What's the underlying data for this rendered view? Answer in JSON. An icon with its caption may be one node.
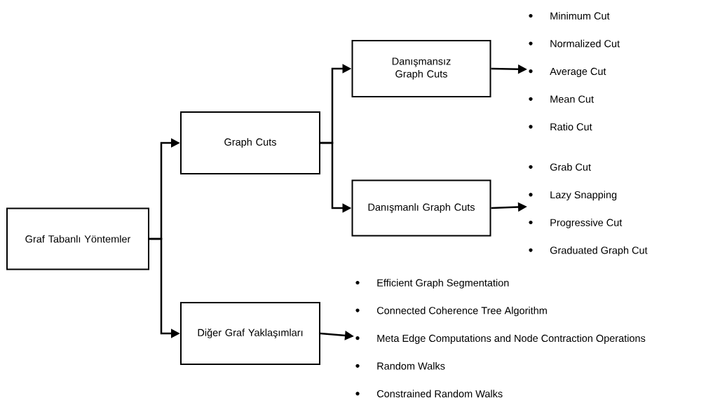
{
  "diagram": {
    "nodes": [
      {
        "text": [
          "Graf Tabanlı Yöntemler"
        ]
      },
      {
        "text": [
          "Graph Cuts"
        ]
      },
      {
        "text": [
          "Danışmansız Graph Cuts"
        ]
      },
      {
        "text": [
          "Danışmanlı Graph Cuts"
        ]
      },
      {
        "text": [
          "Diğer Graf Yaklaşımları"
        ]
      },
      {
        "text": [
          "Minimum Cut",
          "Normalized Cut",
          "Average Cut",
          "Mean Cut",
          "Ratio Cut"
        ]
      },
      {
        "text": [
          "Grab Cut",
          "Lazy Snapping",
          "Progressive Cut",
          "Graduated Graph Cut"
        ]
      },
      {
        "text": [
          "Efficient Graph Segmentation",
          "Connected Coherence Tree Algorithm",
          "Meta Edge Computations and Node Contraction Operations",
          "Random Walks",
          "Constrained Random Walks"
        ]
      }
    ],
    "edges": [
      {
        "from": 0,
        "to": 1,
        "arrow": "to"
      },
      {
        "from": 0,
        "to": 4,
        "arrow": "to"
      },
      {
        "from": 1,
        "to": 2,
        "arrow": "to"
      },
      {
        "from": 1,
        "to": 3,
        "arrow": "to"
      },
      {
        "from": 2,
        "to": 5,
        "arrow": "to"
      },
      {
        "from": 3,
        "to": 6,
        "arrow": "to"
      },
      {
        "from": 4,
        "to": 7,
        "arrow": "to"
      }
    ]
  }
}
